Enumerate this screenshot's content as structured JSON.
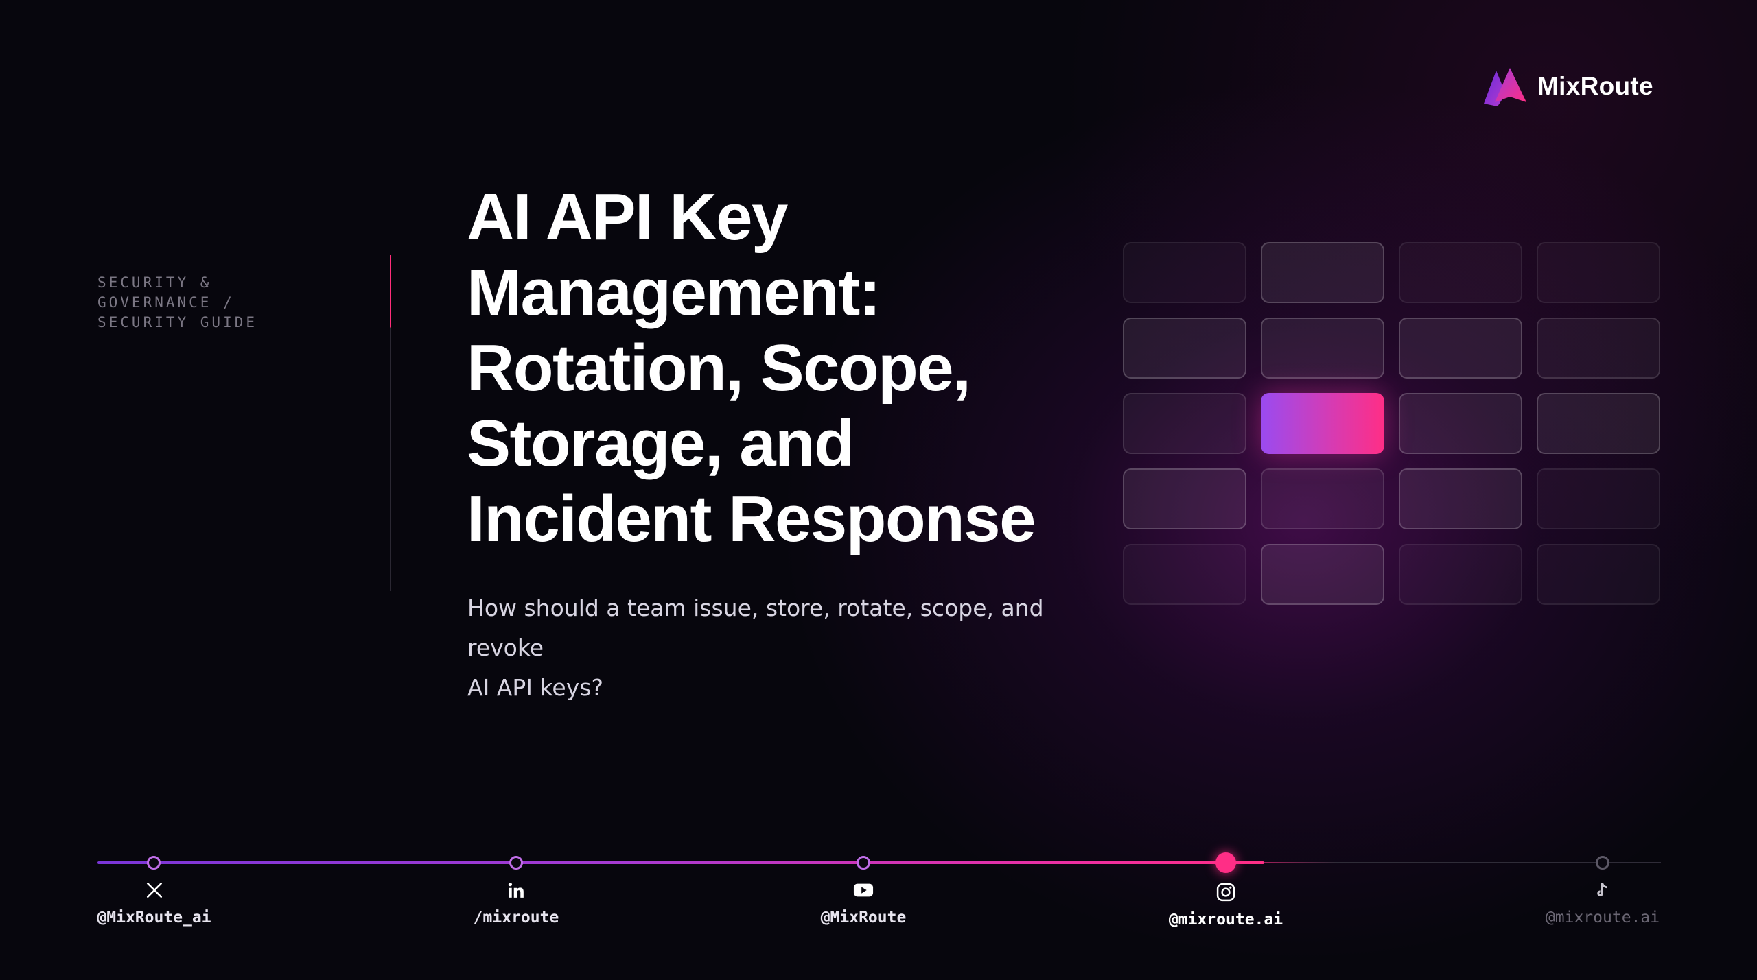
{
  "brand": {
    "name": "MixRoute",
    "icon": "mixroute-logo-icon",
    "colors": {
      "purple": "#7a2fd6",
      "pink": "#ff2e86"
    }
  },
  "breadcrumb": {
    "category": "SECURITY &",
    "category_cont": "GOVERNANCE /",
    "section": "SECURITY GUIDE"
  },
  "headline": {
    "lines": [
      "AI API Key",
      "Management:",
      "Rotation, Scope,",
      "Storage, and",
      "Incident Response"
    ]
  },
  "subtitle": {
    "line1": "How should a team issue, store, rotate, scope, and revoke",
    "line2": "AI API keys?"
  },
  "key_grid": {
    "rows": 5,
    "columns": 4,
    "active_cell": {
      "row": 3,
      "column": 2
    },
    "accent_gradient": [
      "#9a4bf0",
      "#ff2e86"
    ]
  },
  "socials": {
    "progress_active_index": 3,
    "items": [
      {
        "platform": "X",
        "icon": "x-icon",
        "handle": "@MixRoute_ai"
      },
      {
        "platform": "LinkedIn",
        "icon": "linkedin-icon",
        "handle": "/mixroute"
      },
      {
        "platform": "YouTube",
        "icon": "youtube-icon",
        "handle": "@MixRoute"
      },
      {
        "platform": "Instagram",
        "icon": "instagram-icon",
        "handle": "@mixroute.ai"
      },
      {
        "platform": "TikTok",
        "icon": "tiktok-icon",
        "handle": "@mixroute.ai"
      }
    ]
  }
}
